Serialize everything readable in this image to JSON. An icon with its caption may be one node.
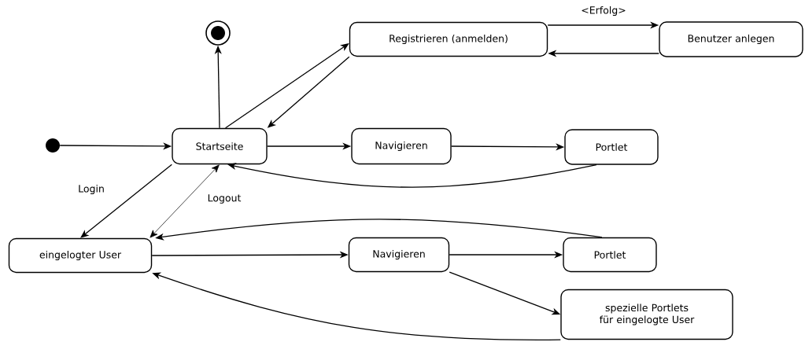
{
  "diagram": {
    "nodes": [
      {
        "text": [],
        "shape": "dot"
      },
      {
        "text": [],
        "shape": "bullseye"
      },
      {
        "text": [
          "Registrieren (anmelden)"
        ]
      },
      {
        "text": [
          "Benutzer anlegen"
        ]
      },
      {
        "text": [
          "Startseite"
        ]
      },
      {
        "text": [
          "Navigieren"
        ]
      },
      {
        "text": [
          "Portlet"
        ]
      },
      {
        "text": [
          "eingelogter User"
        ]
      },
      {
        "text": [
          "Navigieren"
        ]
      },
      {
        "text": [
          "Portlet"
        ]
      },
      {
        "text": [
          "spezielle Portlets für eingelogte User"
        ]
      }
    ],
    "edges": [
      {
        "from": 0,
        "to": 4,
        "arrow": "to"
      },
      {
        "from": 4,
        "to": 1,
        "arrow": "to"
      },
      {
        "from": 4,
        "to": 2,
        "arrow": "to"
      },
      {
        "from": 2,
        "to": 4,
        "arrow": "to"
      },
      {
        "from": 2,
        "to": 3,
        "arrow": "to",
        "label": "<Erfolg>"
      },
      {
        "from": 3,
        "to": 2,
        "arrow": "to"
      },
      {
        "from": 4,
        "to": 5,
        "arrow": "to"
      },
      {
        "from": 5,
        "to": 6,
        "arrow": "to"
      },
      {
        "from": 6,
        "to": 4,
        "arrow": "to"
      },
      {
        "from": 4,
        "to": 7,
        "arrow": "to",
        "label": "Login"
      },
      {
        "from": 7,
        "to": 4,
        "arrow": "both",
        "label": "Logout"
      },
      {
        "from": 7,
        "to": 8,
        "arrow": "to"
      },
      {
        "from": 8,
        "to": 9,
        "arrow": "to"
      },
      {
        "from": 9,
        "to": 7,
        "arrow": "to"
      },
      {
        "from": 8,
        "to": 10,
        "arrow": "to"
      },
      {
        "from": 10,
        "to": 7,
        "arrow": "to"
      }
    ]
  }
}
